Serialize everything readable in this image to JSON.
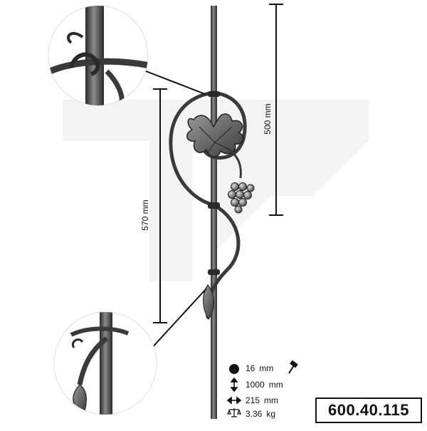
{
  "dimensions": {
    "vertical_500": "500 mm",
    "vertical_570": "570 mm"
  },
  "specs": [
    {
      "icon": "bar-diameter-icon",
      "value": "16",
      "unit": "mm"
    },
    {
      "icon": "height-arrow-icon",
      "value": "1000",
      "unit": "mm"
    },
    {
      "icon": "width-arrow-icon",
      "value": "215",
      "unit": "mm"
    },
    {
      "icon": "scale-weight-icon",
      "value": "3.36",
      "unit": "kg"
    }
  ],
  "product_code": "600.40.115",
  "colors": {
    "metal": "#5a5a5a",
    "metal_dark": "#2a2a2a",
    "watermark": "#f3f3f3",
    "ink": "#111111"
  }
}
